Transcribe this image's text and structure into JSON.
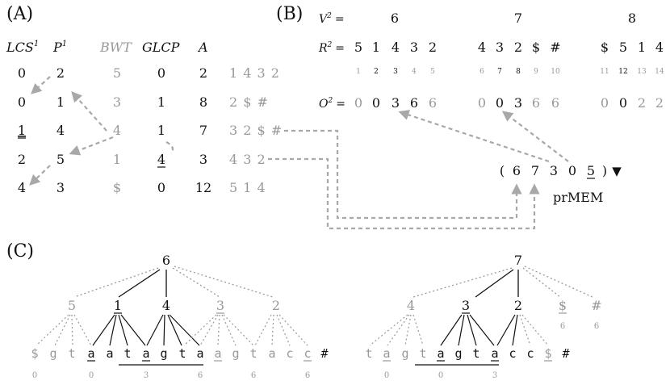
{
  "colors": {
    "black": "#111111",
    "gray": "#999999",
    "dash": "#a8a8a8"
  },
  "panelA": {
    "label": "(A)",
    "headers": {
      "lcs": "LCS",
      "lcs_sup": "1",
      "p": "P",
      "p_sup": "1",
      "bwt": "BWT",
      "glcp": "GLCP",
      "a": "A"
    },
    "rows": [
      {
        "lcs": "0",
        "p": "2",
        "bwt": "5",
        "glcp": "0",
        "a": "2",
        "suffix": "1 4 3 2"
      },
      {
        "lcs": "0",
        "p": "1",
        "bwt": "3",
        "glcp": "1",
        "a": "8",
        "suffix": "2 $ #"
      },
      {
        "lcs": "1",
        "p": "4",
        "bwt": "4",
        "glcp": "1",
        "a": "7",
        "suffix": "3 2 $ #"
      },
      {
        "lcs": "2",
        "p": "5",
        "bwt": "1",
        "glcp": "4",
        "a": "3",
        "suffix": "4 3 2"
      },
      {
        "lcs": "4",
        "p": "3",
        "bwt": "$",
        "glcp": "0",
        "a": "12",
        "suffix": "5 1 4"
      }
    ]
  },
  "panelB": {
    "label": "(B)",
    "v_label": "V",
    "v_sup": "2",
    "r_label": "R",
    "r_sup": "2",
    "o_label": "O",
    "o_sup": "2",
    "eq": "=",
    "v_values": [
      "6",
      "7",
      "8"
    ],
    "r_groups": [
      [
        "5",
        "1",
        "4",
        "3",
        "2"
      ],
      [
        "4",
        "3",
        "2",
        "$",
        "#"
      ],
      [
        "$",
        "5",
        "1",
        "4"
      ]
    ],
    "r_indices": [
      [
        "1",
        "2",
        "3",
        "4",
        "5"
      ],
      [
        "6",
        "7",
        "8",
        "9",
        "10"
      ],
      [
        "11",
        "12",
        "13",
        "14"
      ]
    ],
    "o_groups": [
      [
        "0",
        "0",
        "3",
        "6",
        "6"
      ],
      [
        "0",
        "0",
        "3",
        "6",
        "6"
      ],
      [
        "0",
        "0",
        "2",
        "2"
      ]
    ],
    "tuple": {
      "open": "(",
      "values": [
        "6",
        "7",
        "3",
        "0",
        "5"
      ],
      "close": ")",
      "marker": "▼"
    },
    "prmem_label": "prMEM"
  },
  "panelC": {
    "label": "(C)",
    "tree1": {
      "root": "6",
      "children": [
        "5",
        "1",
        "4",
        "3",
        "2"
      ],
      "leaves": [
        "$",
        "g",
        "t",
        "a",
        "a",
        "t",
        "a",
        "g",
        "t",
        "a",
        "a",
        "g",
        "t",
        "a",
        "c",
        "c",
        "$",
        "#"
      ],
      "marks": [
        "0",
        "0",
        "3",
        "6",
        "6",
        "6"
      ]
    },
    "tree2": {
      "root": "7",
      "children": [
        "4",
        "3",
        "2",
        "$",
        "#"
      ],
      "child_marks": [
        "6",
        "6"
      ],
      "leaves": [
        "t",
        "a",
        "g",
        "t",
        "a",
        "g",
        "t",
        "a",
        "c",
        "c",
        "$",
        "#"
      ],
      "marks": [
        "0",
        "0",
        "3"
      ]
    }
  }
}
